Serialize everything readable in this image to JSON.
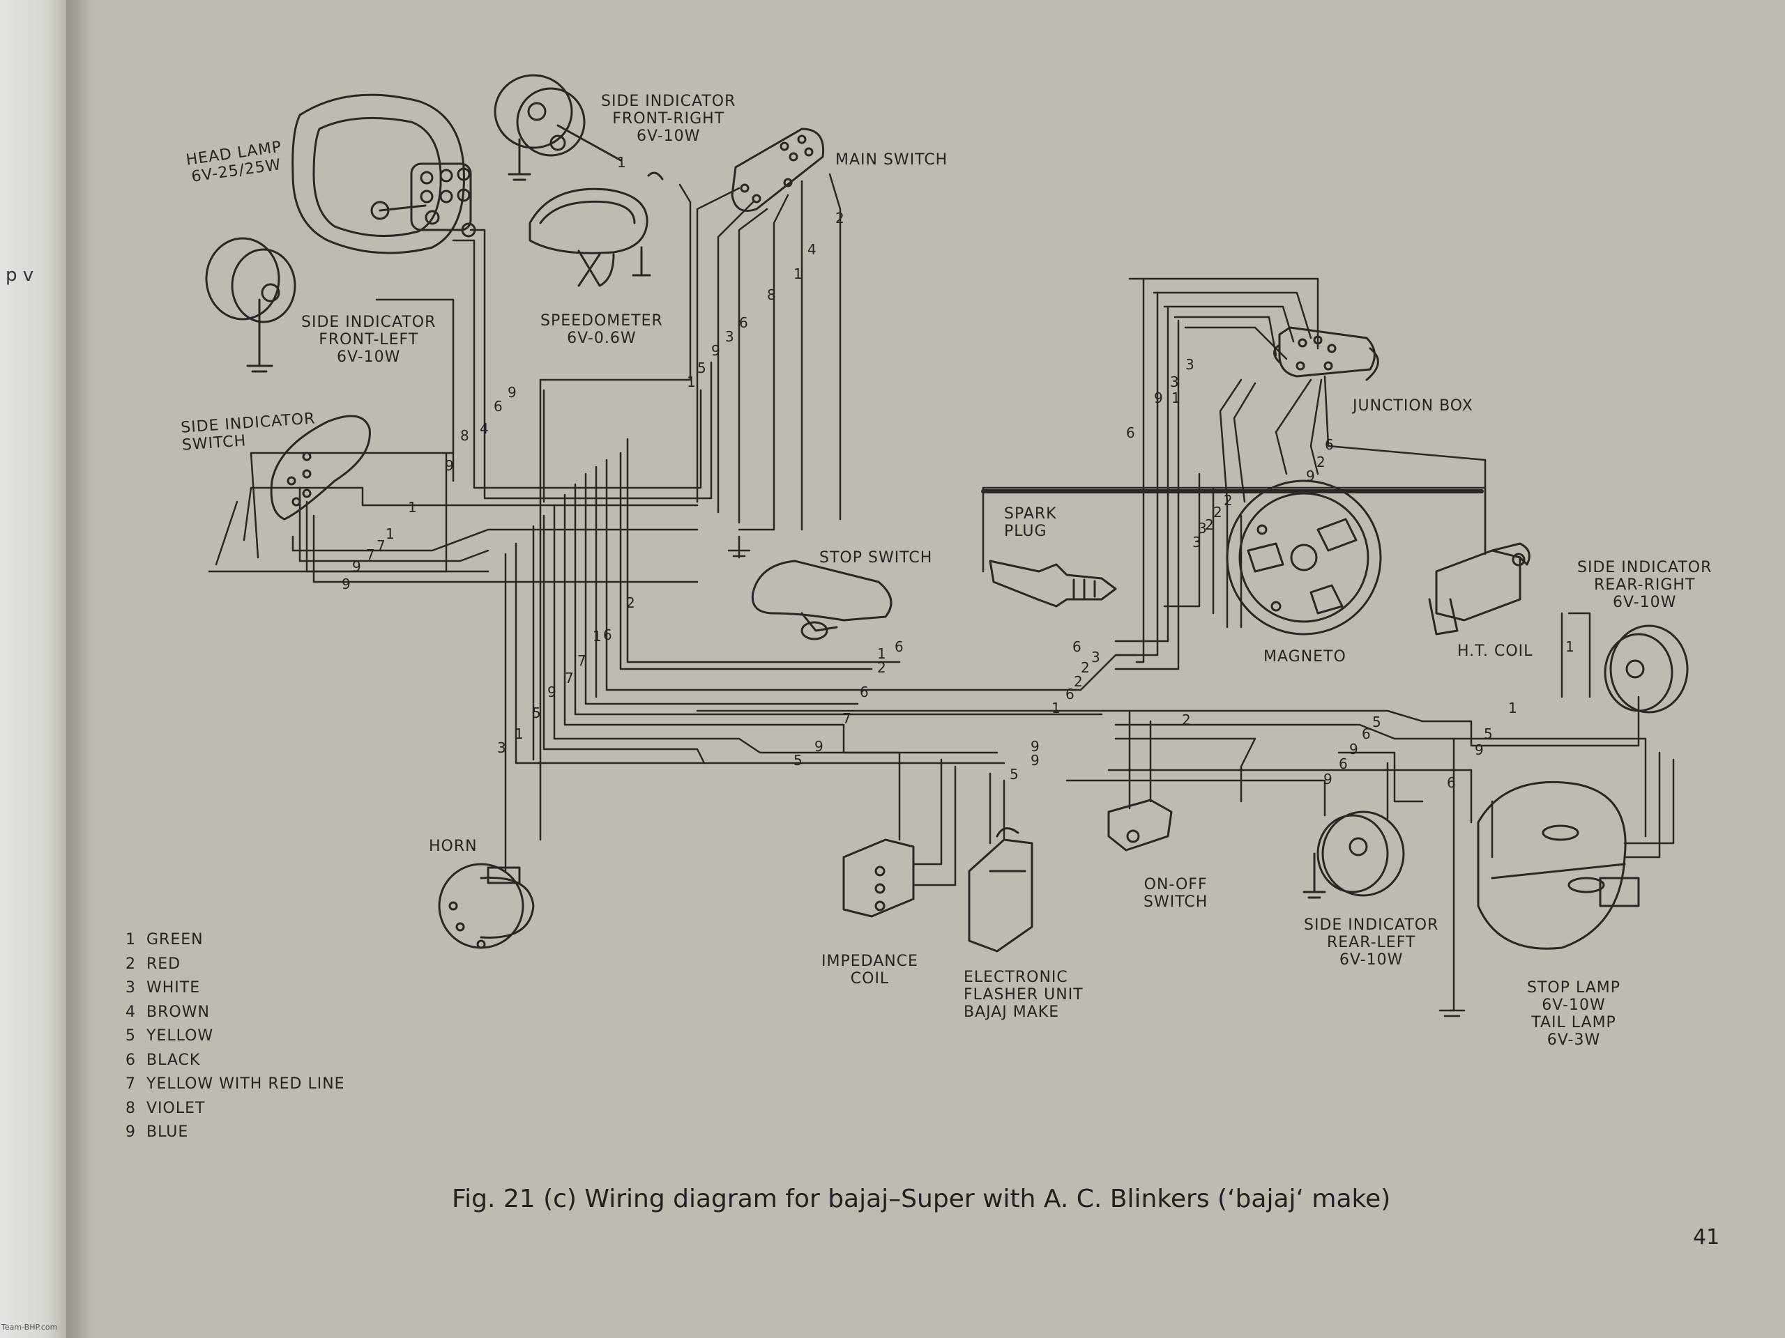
{
  "margin_text": "p v",
  "labels": {
    "head_lamp": [
      "HEAD LAMP",
      "6V-25/25W"
    ],
    "side_indicator_front_right": [
      "SIDE INDICATOR",
      "FRONT-RIGHT",
      "6V-10W"
    ],
    "main_switch": [
      "MAIN SWITCH"
    ],
    "side_indicator_front_left": [
      "SIDE INDICATOR",
      "FRONT-LEFT",
      "6V-10W"
    ],
    "speedometer": [
      "SPEEDOMETER",
      "6V-0.6W"
    ],
    "side_indicator_switch": [
      "SIDE INDICATOR",
      "SWITCH"
    ],
    "junction_box": [
      "JUNCTION BOX"
    ],
    "spark_plug": [
      "SPARK",
      "PLUG"
    ],
    "stop_switch": [
      "STOP SWITCH"
    ],
    "magneto": [
      "MAGNETO"
    ],
    "ht_coil": [
      "H.T. COIL"
    ],
    "side_indicator_rear_right": [
      "SIDE INDICATOR",
      "REAR-RIGHT",
      "6V-10W"
    ],
    "horn": [
      "HORN"
    ],
    "on_off_switch": [
      "ON-OFF",
      "SWITCH"
    ],
    "side_indicator_rear_left": [
      "SIDE INDICATOR",
      "REAR-LEFT",
      "6V-10W"
    ],
    "impedance_coil": [
      "IMPEDANCE",
      "COIL"
    ],
    "electronic_flasher": [
      "ELECTRONIC",
      "FLASHER UNIT",
      "BAJAJ MAKE"
    ],
    "stop_lamp": [
      "STOP LAMP",
      "6V-10W",
      "TAIL LAMP",
      "6V-3W"
    ]
  },
  "legend": [
    {
      "num": "1",
      "color": "GREEN"
    },
    {
      "num": "2",
      "color": "RED"
    },
    {
      "num": "3",
      "color": "WHITE"
    },
    {
      "num": "4",
      "color": "BROWN"
    },
    {
      "num": "5",
      "color": "YELLOW"
    },
    {
      "num": "6",
      "color": "BLACK"
    },
    {
      "num": "7",
      "color": "YELLOW WITH RED LINE"
    },
    {
      "num": "8",
      "color": "VIOLET"
    },
    {
      "num": "9",
      "color": "BLUE"
    }
  ],
  "caption": "Fig. 21  (c) Wiring diagram for bajaj–Super with A. C. Blinkers (‘bajaj‘ make)",
  "page_number": "41",
  "watermark": "Team-BHP.com",
  "wire_numbers": [
    "1",
    "2",
    "3",
    "4",
    "5",
    "6",
    "7",
    "8",
    "9"
  ]
}
